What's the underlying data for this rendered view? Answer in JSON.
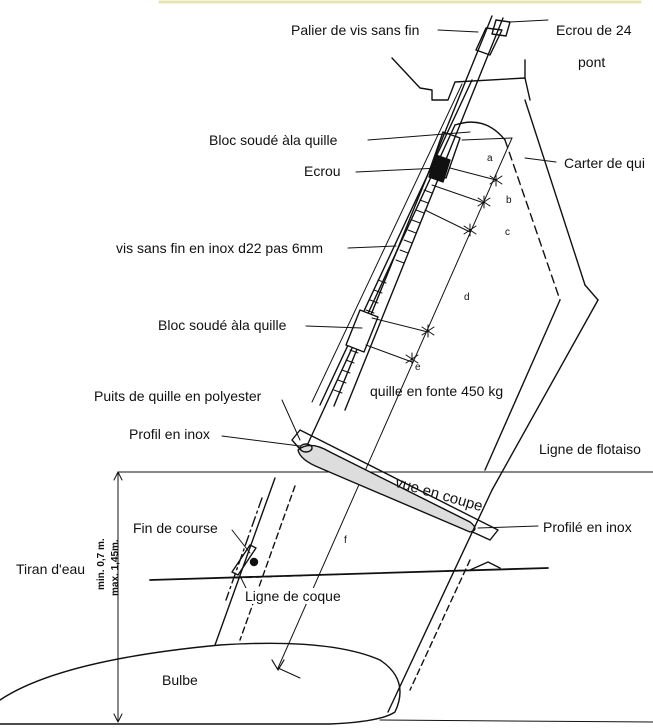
{
  "labels": {
    "palier": "Palier de vis sans fin",
    "ecrou24": "Ecrou de 24",
    "pont": "pont",
    "bloc_haut": "Bloc soudé àla quille",
    "ecrou": "Ecrou",
    "carter": "Carter de qui",
    "vis": "vis sans fin en inox d22 pas 6mm",
    "bloc_bas": "Bloc soudé àla quille",
    "puits": "Puits de quille en polyester",
    "quille": "quille en fonte 450 kg",
    "profil_inox": "Profil en inox",
    "flottaison": "Ligne de flotaiso",
    "vue_coupe": "vue en coupe",
    "fin_course": "Fin de course",
    "profile_inox": "Profilé en inox",
    "tirant": "Tiran d'eau",
    "coque": "Ligne de coque",
    "bulbe": "Bulbe",
    "draft_min": "min. 0,7 m.",
    "draft_max": "max. 1,45m."
  },
  "dimensions": {
    "a": "a",
    "b": "b",
    "c": "c",
    "d": "d",
    "e": "e",
    "f": "f"
  }
}
